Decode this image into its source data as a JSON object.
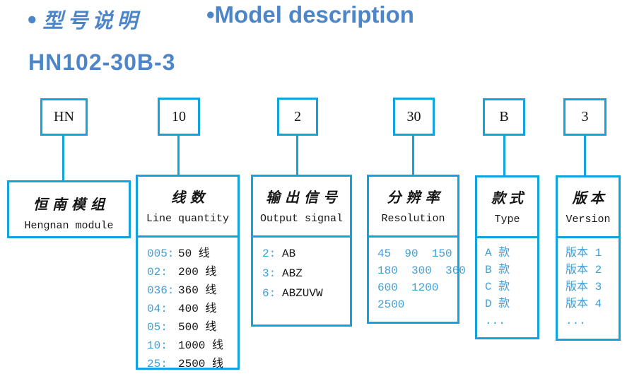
{
  "header": {
    "title_cn": "•型号说明",
    "title_en": "•Model description",
    "model_number": "HN102-30B-3"
  },
  "colors": {
    "accent": "#12a3df",
    "list_blue": "#3f9fd9",
    "title_blue": "#4d86c8",
    "text_black": "#151515"
  },
  "columns": [
    {
      "code": "HN",
      "title_cn": "恒南模组",
      "title_en": "Hengnan module",
      "list_style": "none",
      "items": []
    },
    {
      "code": "10",
      "title_cn": "线数",
      "title_en": "Line quantity",
      "list_style": "key-value",
      "items": [
        {
          "key": "005:",
          "value": "50 线"
        },
        {
          "key": "02:",
          "value": "200 线"
        },
        {
          "key": "036:",
          "value": "360 线"
        },
        {
          "key": "04:",
          "value": "400 线"
        },
        {
          "key": "05:",
          "value": "500 线"
        },
        {
          "key": "10:",
          "value": "1000 线"
        },
        {
          "key": "25:",
          "value": "2500 线"
        }
      ]
    },
    {
      "code": "2",
      "title_cn": "输出信号",
      "title_en": "Output signal",
      "list_style": "key-value",
      "items": [
        {
          "key": "2:",
          "value": "AB"
        },
        {
          "key": "3:",
          "value": "ABZ"
        },
        {
          "key": "6:",
          "value": "ABZUVW"
        }
      ]
    },
    {
      "code": "30",
      "title_cn": "分辨率",
      "title_en": "Resolution",
      "list_style": "blue",
      "items": [
        {
          "value": "45  90  150"
        },
        {
          "value": "180  300  360"
        },
        {
          "value": "600  1200"
        },
        {
          "value": "2500"
        }
      ]
    },
    {
      "code": "B",
      "title_cn": "款式",
      "title_en": "Type",
      "list_style": "blue",
      "items": [
        {
          "value": "A 款"
        },
        {
          "value": "B 款"
        },
        {
          "value": "C 款"
        },
        {
          "value": "D 款"
        },
        {
          "value": "..."
        }
      ]
    },
    {
      "code": "3",
      "title_cn": "版本",
      "title_en": "Version",
      "list_style": "blue",
      "items": [
        {
          "value": "版本 1"
        },
        {
          "value": "版本 2"
        },
        {
          "value": "版本 3"
        },
        {
          "value": "版本 4"
        },
        {
          "value": "..."
        }
      ]
    }
  ]
}
